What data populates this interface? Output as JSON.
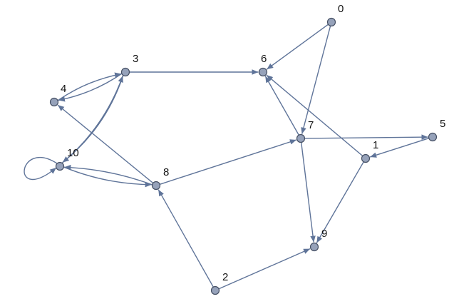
{
  "colors": {
    "edge": "#5f7499",
    "node_fill": "#96a2ba",
    "node_stroke": "#454f63",
    "label": "#111111"
  },
  "nodes": [
    {
      "id": "0",
      "label": "0"
    },
    {
      "id": "1",
      "label": "1"
    },
    {
      "id": "2",
      "label": "2"
    },
    {
      "id": "3",
      "label": "3"
    },
    {
      "id": "4",
      "label": "4"
    },
    {
      "id": "5",
      "label": "5"
    },
    {
      "id": "6",
      "label": "6"
    },
    {
      "id": "7",
      "label": "7"
    },
    {
      "id": "8",
      "label": "8"
    },
    {
      "id": "9",
      "label": "9"
    },
    {
      "id": "10",
      "label": "10"
    }
  ],
  "edges": [
    {
      "from": "0",
      "to": "6"
    },
    {
      "from": "0",
      "to": "7"
    },
    {
      "from": "3",
      "to": "6"
    },
    {
      "from": "3",
      "to": "4"
    },
    {
      "from": "4",
      "to": "3"
    },
    {
      "from": "3",
      "to": "10"
    },
    {
      "from": "10",
      "to": "3"
    },
    {
      "from": "10",
      "to": "10"
    },
    {
      "from": "10",
      "to": "8"
    },
    {
      "from": "8",
      "to": "10"
    },
    {
      "from": "8",
      "to": "4"
    },
    {
      "from": "8",
      "to": "7"
    },
    {
      "from": "7",
      "to": "6"
    },
    {
      "from": "7",
      "to": "5"
    },
    {
      "from": "7",
      "to": "9"
    },
    {
      "from": "5",
      "to": "1"
    },
    {
      "from": "1",
      "to": "6"
    },
    {
      "from": "1",
      "to": "9"
    },
    {
      "from": "2",
      "to": "8"
    },
    {
      "from": "2",
      "to": "9"
    }
  ]
}
